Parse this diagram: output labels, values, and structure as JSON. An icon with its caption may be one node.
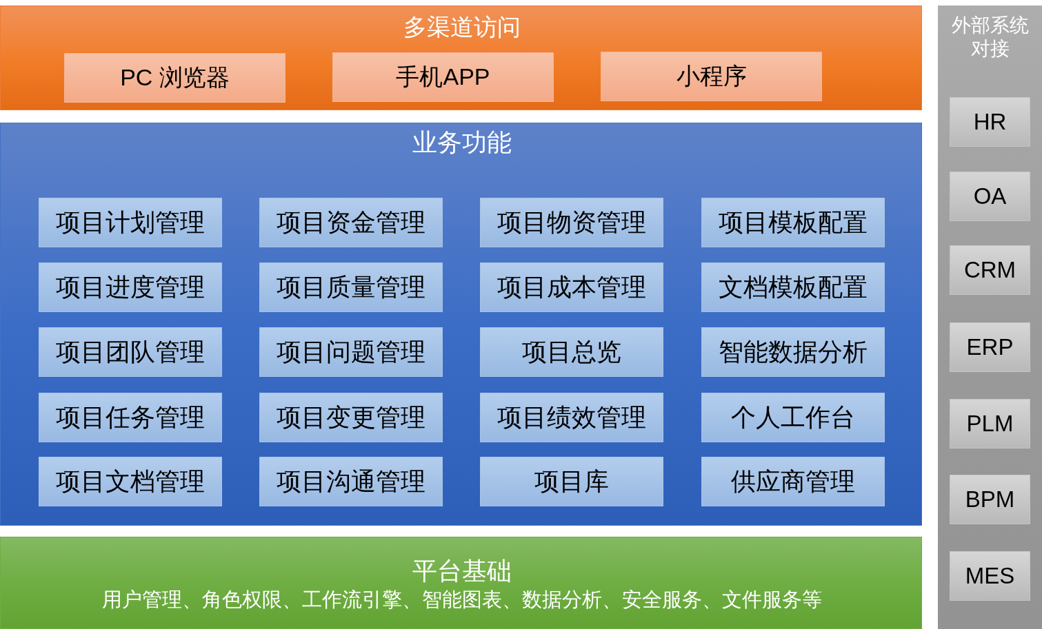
{
  "diagram": {
    "nodes": [
      {
        "text": [
          "多渠道访问"
        ]
      },
      {
        "text": [
          "PC 浏览器"
        ],
        "in": 0
      },
      {
        "text": [
          "手机APP"
        ],
        "in": 0
      },
      {
        "text": [
          "小程序"
        ],
        "in": 0
      },
      {
        "text": [
          "业务功能"
        ]
      },
      {
        "text": [
          "项目计划管理"
        ],
        "in": 4
      },
      {
        "text": [
          "项目资金管理"
        ],
        "in": 4
      },
      {
        "text": [
          "项目物资管理"
        ],
        "in": 4
      },
      {
        "text": [
          "项目模板配置"
        ],
        "in": 4
      },
      {
        "text": [
          "项目进度管理"
        ],
        "in": 4
      },
      {
        "text": [
          "项目质量管理"
        ],
        "in": 4
      },
      {
        "text": [
          "项目成本管理"
        ],
        "in": 4
      },
      {
        "text": [
          "文档模板配置"
        ],
        "in": 4
      },
      {
        "text": [
          "项目团队管理"
        ],
        "in": 4
      },
      {
        "text": [
          "项目问题管理"
        ],
        "in": 4
      },
      {
        "text": [
          "项目总览"
        ],
        "in": 4
      },
      {
        "text": [
          "智能数据分析"
        ],
        "in": 4
      },
      {
        "text": [
          "项目任务管理"
        ],
        "in": 4
      },
      {
        "text": [
          "项目变更管理"
        ],
        "in": 4
      },
      {
        "text": [
          "项目绩效管理"
        ],
        "in": 4
      },
      {
        "text": [
          "个人工作台"
        ],
        "in": 4
      },
      {
        "text": [
          "项目文档管理"
        ],
        "in": 4
      },
      {
        "text": [
          "项目沟通管理"
        ],
        "in": 4
      },
      {
        "text": [
          "项目库"
        ],
        "in": 4
      },
      {
        "text": [
          "供应商管理"
        ],
        "in": 4
      },
      {
        "text": [
          "平台基础",
          "用户管理、角色权限、工作流引擎、智能图表、数据分析、安全服务、文件服务等"
        ]
      },
      {
        "text": [
          "外部系统对接"
        ]
      },
      {
        "text": [
          "HR"
        ],
        "in": 26
      },
      {
        "text": [
          "OA"
        ],
        "in": 26
      },
      {
        "text": [
          "CRM"
        ],
        "in": 26
      },
      {
        "text": [
          "ERP"
        ],
        "in": 26
      },
      {
        "text": [
          "PLM"
        ],
        "in": 26
      },
      {
        "text": [
          "BPM"
        ],
        "in": 26
      },
      {
        "text": [
          "MES"
        ],
        "in": 26
      }
    ]
  }
}
